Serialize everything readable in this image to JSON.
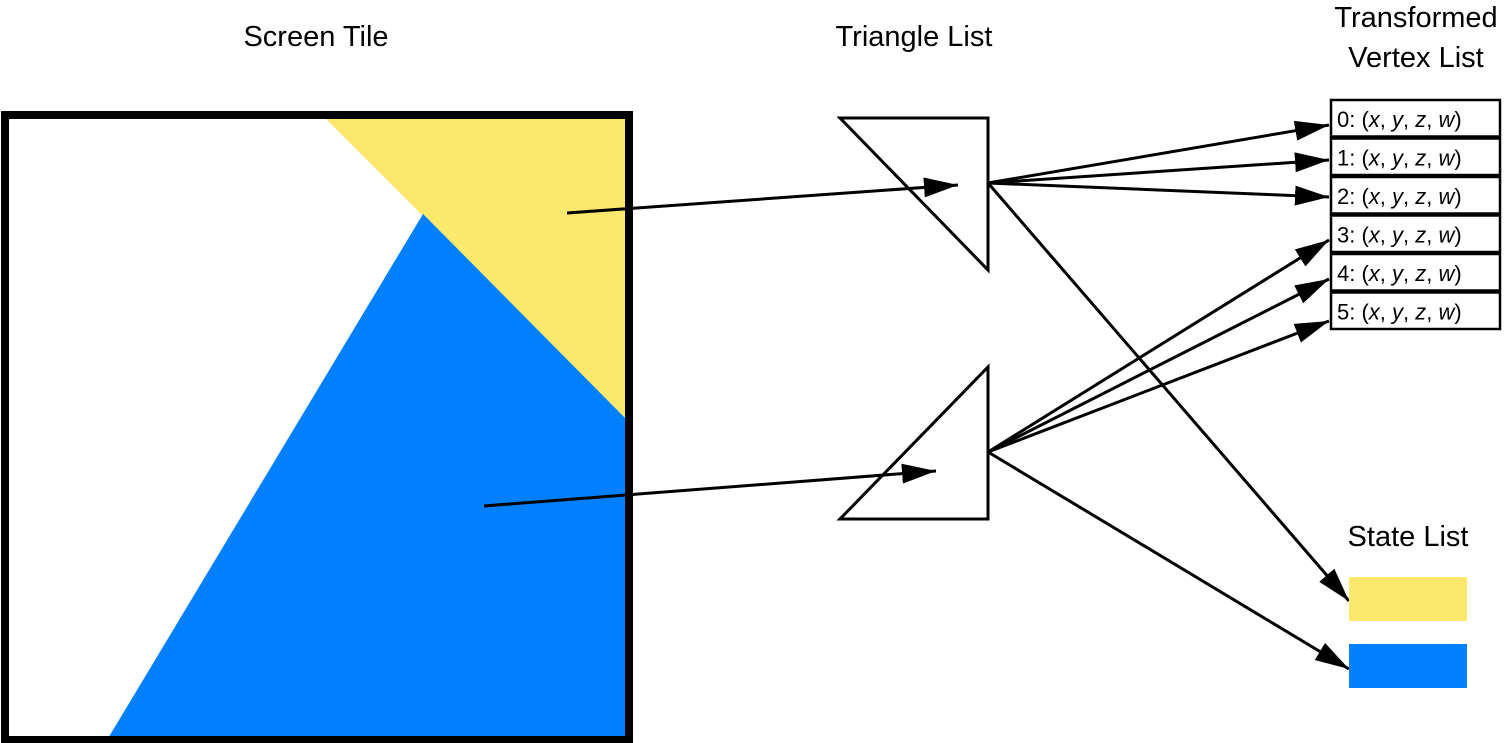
{
  "labels": {
    "screen_tile": "Screen Tile",
    "triangle_list": "Triangle List",
    "vertex_list_line1": "Transformed",
    "vertex_list_line2": "Vertex List",
    "state_list": "State List"
  },
  "colors": {
    "yellow": "#fbe86c",
    "blue": "#0080ff",
    "stroke": "#000000"
  },
  "vertices": [
    {
      "index": "0:"
    },
    {
      "index": "1:"
    },
    {
      "index": "2:"
    },
    {
      "index": "3:"
    },
    {
      "index": "4:"
    },
    {
      "index": "5:"
    }
  ],
  "vertex_tuple": {
    "open": "(",
    "x": "x",
    "y": "y",
    "z": "z",
    "w": "w",
    "sep": ", ",
    "close": ")"
  },
  "states": [
    {
      "name": "yellow-state",
      "color": "#fbe86c"
    },
    {
      "name": "blue-state",
      "color": "#0080ff"
    }
  ]
}
